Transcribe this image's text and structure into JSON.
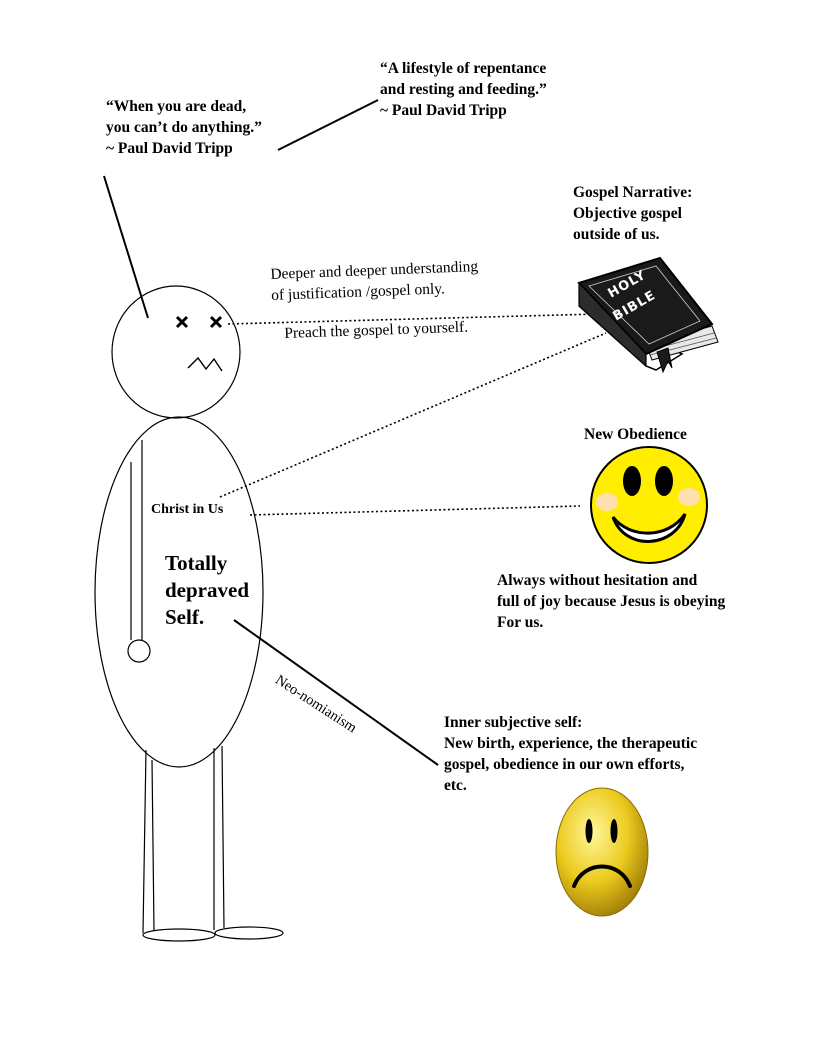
{
  "quote_dead": {
    "lines": [
      "“When you are dead,",
      "you can’t do anything.”",
      "~ Paul David Tripp"
    ]
  },
  "quote_lifestyle": {
    "lines": [
      "“A lifestyle of repentance",
      "and resting and feeding.”",
      "~ Paul David Tripp"
    ]
  },
  "gospel_narrative": {
    "lines": [
      "Gospel Narrative:",
      "Objective  gospel",
      "outside of us."
    ]
  },
  "bible": {
    "cover_text_1": "HOLY",
    "cover_text_2": "BIBLE"
  },
  "understanding": {
    "lines": [
      "Deeper and deeper understanding",
      "of justification /gospel only."
    ]
  },
  "preach": {
    "text": "Preach  the gospel to yourself."
  },
  "new_obedience": {
    "title": "New Obedience",
    "lines": [
      "Always without hesitation and",
      "full of joy because Jesus is obeying",
      "For us."
    ]
  },
  "christ_in_us": {
    "text": "Christ in Us"
  },
  "depraved": {
    "lines": [
      "Totally",
      "depraved",
      "Self."
    ]
  },
  "neonomianism": {
    "text": "Neo-nomianism"
  },
  "inner_self": {
    "lines": [
      "Inner subjective self:",
      "New birth, experience, the therapeutic",
      "gospel, obedience in our own efforts,",
      "etc."
    ]
  },
  "colors": {
    "ink": "#000000",
    "smiley_yellow": "#ffee00",
    "smiley_cheek": "#ffd9a8",
    "sad_yellow": "#e8c21a",
    "bible_cover": "#1a1a1a"
  },
  "icons": {
    "figure": "stick-figure-dead-eyes",
    "happy": "smiley-face-icon",
    "sad": "sad-face-icon",
    "book": "holy-bible-icon"
  }
}
